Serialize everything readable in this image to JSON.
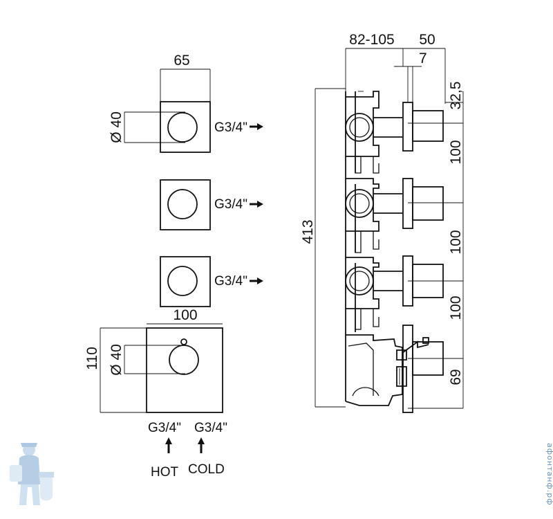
{
  "front_view": {
    "top_width": "65",
    "diameter_top": "Ø 40",
    "outlet_labels": [
      "G3/4\"",
      "G3/4\"",
      "G3/4\""
    ],
    "thermo_width": "100",
    "thermo_height": "110",
    "diameter_thermo": "Ø 40",
    "inlet_hot_thread": "G3/4\"",
    "inlet_cold_thread": "G3/4\"",
    "hot_label": "HOT",
    "cold_label": "COLD"
  },
  "side_view": {
    "depth": "82-105",
    "handle_depth": "50",
    "plate_thickness": "7",
    "top_offset": "32,5",
    "spacing_1": "100",
    "spacing_2": "100",
    "spacing_3": "100",
    "bottom_offset": "69",
    "total_height": "413"
  },
  "watermark": {
    "text": "афонтанф.рф",
    "icon": "plumber-logo-icon"
  }
}
